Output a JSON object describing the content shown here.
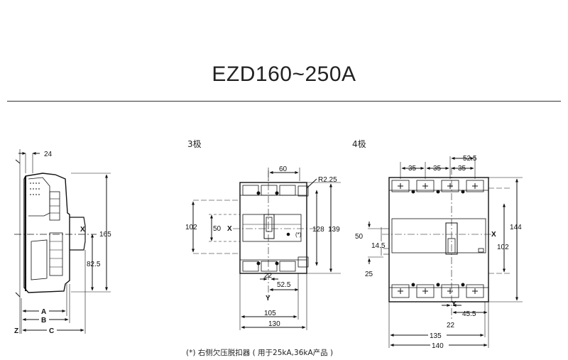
{
  "title": "EZD160~250A",
  "labels": {
    "pole3": "3极",
    "pole4": "4极"
  },
  "footnote": "(*) 右侧欠压脱扣器 ( 用于25kA,36kA产品 )",
  "side_view": {
    "dim_top": "24",
    "dim_height": "165",
    "dim_center": "82.5",
    "axis_x": "X",
    "axis_z": "Z",
    "dim_a": "A",
    "dim_b": "B",
    "dim_c": "C"
  },
  "view_3p": {
    "dim_top": "60",
    "radius": "R2.25",
    "dim_102": "102",
    "dim_50": "50",
    "dim_128": "128",
    "dim_139": "139",
    "mark": "(*)",
    "dim_22": "22",
    "dim_52_5": "52.5",
    "dim_105": "105",
    "dim_130": "130",
    "axis_x": "X",
    "axis_y": "Y"
  },
  "view_4p": {
    "dim_52_5": "52.5",
    "dim_35a": "35",
    "dim_35b": "35",
    "dim_35c": "35",
    "dim_50": "50",
    "dim_14_5": "14.5",
    "dim_25": "25",
    "dim_144": "144",
    "dim_102": "102",
    "dim_22": "22",
    "dim_45_5": "45.5",
    "dim_135": "135",
    "dim_140": "140",
    "axis_x": "X",
    "axis_y": "Y"
  }
}
